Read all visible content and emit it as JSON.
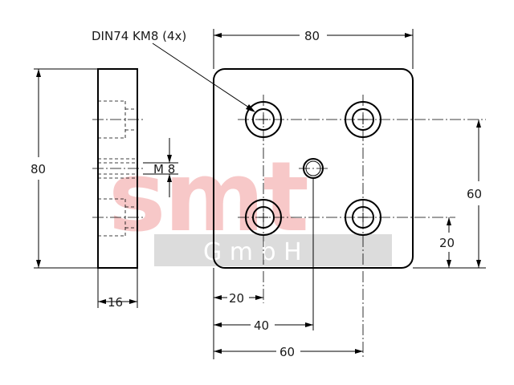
{
  "watermark": {
    "brand": "smt",
    "company": "G m b H",
    "brand_color": "#f7c8c8",
    "band_color": "#dcdcdc",
    "company_color": "#ffffff"
  },
  "annotations": {
    "thread_callout": "DIN74 KM8 (4x)",
    "thread_size": "M 8"
  },
  "dimensions": {
    "top_width": "80",
    "side_height": "80",
    "side_thickness": "16",
    "right_height": "60",
    "right_offset": "20",
    "bottom_20": "20",
    "bottom_40": "40",
    "bottom_60": "60"
  }
}
